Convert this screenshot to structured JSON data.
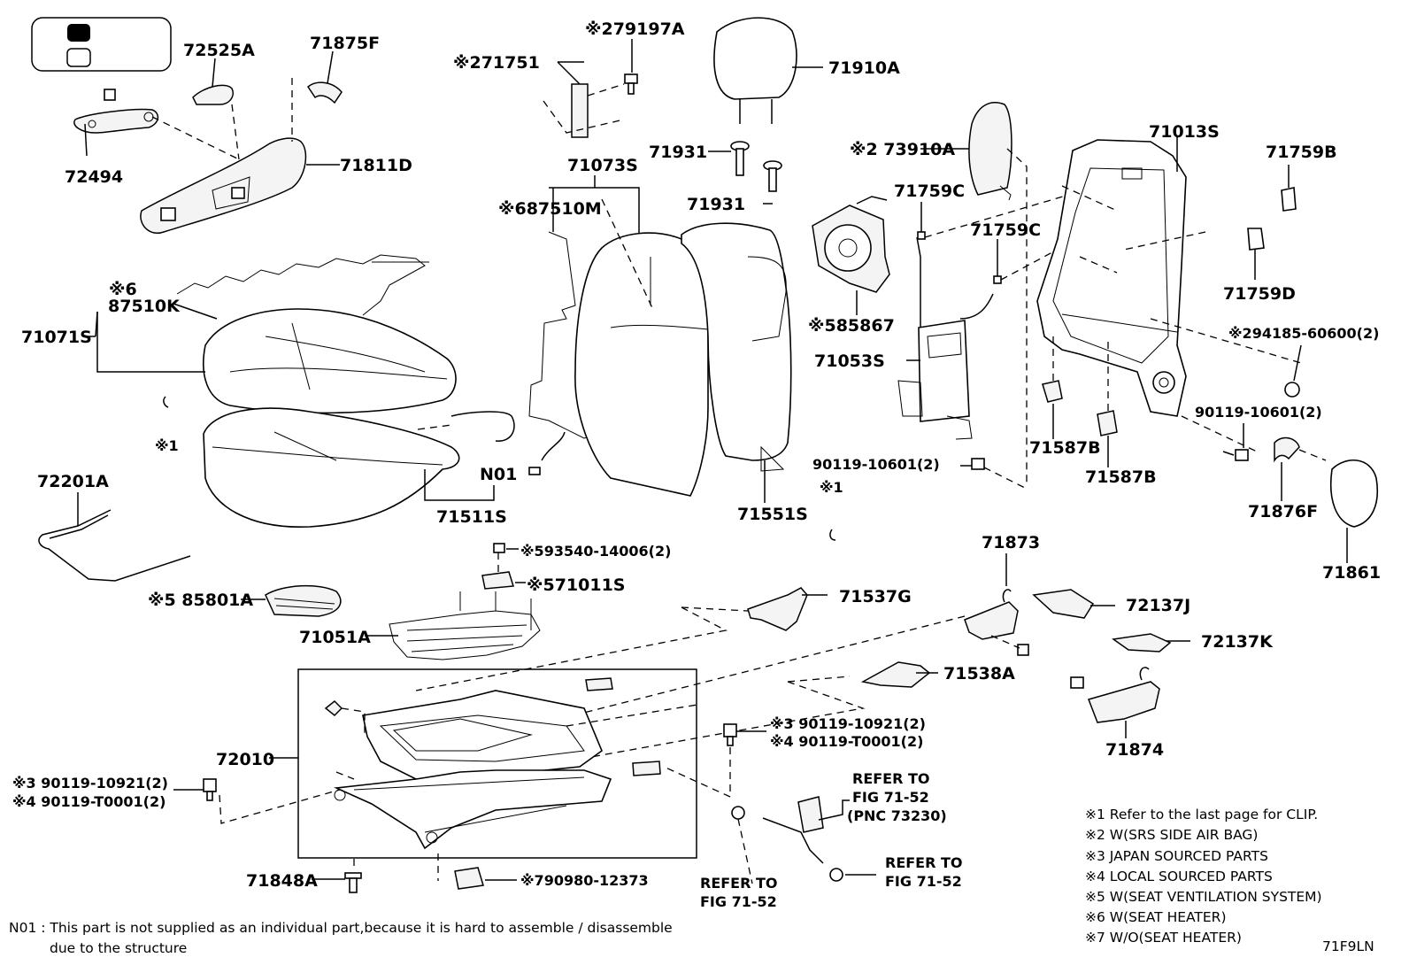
{
  "parts": {
    "p72525A": "72525A",
    "p71875F": "71875F",
    "p72494": "72494",
    "p71811D": "71811D",
    "p71751": "※271751",
    "p79197A": "※279197A",
    "p71910A": "71910A",
    "p71931a": "71931",
    "p71931b": "71931",
    "p71073S": "71073S",
    "p87510M": "※687510M",
    "p73910A": "※2 73910A",
    "p71013S": "71013S",
    "p71759B": "71759B",
    "p71759C_a": "71759C",
    "p71759C_b": "71759C",
    "p71759D": "71759D",
    "p85867": "※585867",
    "p71053S": "71053S",
    "p94185": "※294185-60600(2)",
    "p90119_10601a": "90119-10601(2)",
    "p90119_10601b": "90119-10601(2)",
    "p71587B_a": "71587B",
    "p71587B_b": "71587B",
    "p71876F": "71876F",
    "p71861": "71861",
    "p87510K_mark": "※6",
    "p87510K": "87510K",
    "p71071S": "71071S",
    "p_clip1": "※1",
    "p_clip2": "※1",
    "p72201A": "72201A",
    "pN01": "N01",
    "p71511S": "71511S",
    "p71551S": "71551S",
    "p93540": "※593540-14006(2)",
    "p71011S": "※571011S",
    "p85801A": "※5 85801A",
    "p71051A": "71051A",
    "p71537G": "71537G",
    "p71873": "71873",
    "p72137J": "72137J",
    "p72137K": "72137K",
    "p71538A": "71538A",
    "p71874": "71874",
    "p72010": "72010",
    "p90119_10921r": "※3  90119-10921(2)",
    "p90119_T0001r": "※4  90119-T0001(2)",
    "p90119_10921l": "※3  90119-10921(2)",
    "p90119_T0001l": "※4  90119-T0001(2)",
    "p71848A": "71848A",
    "p90980": "※790980-12373"
  },
  "refs": {
    "ref1_line1": "REFER TO",
    "ref1_line2": "FIG 71-52",
    "ref1_line3": "(PNC 73230)",
    "ref2_line1": "REFER TO",
    "ref2_line2": "FIG 71-52",
    "ref3_line1": "REFER TO",
    "ref3_line2": "FIG 71-52"
  },
  "legend_notes": [
    "※1  Refer to the last page for CLIP.",
    "※2  W(SRS SIDE AIR BAG)",
    "※3  JAPAN SOURCED PARTS",
    "※4  LOCAL SOURCED PARTS",
    "※5  W(SEAT VENTILATION SYSTEM)",
    "※6  W(SEAT HEATER)",
    "※7  W/O(SEAT HEATER)"
  ],
  "footnote": {
    "line1": "N01 : This part is not supplied as an individual part,because it is hard to assemble / disassemble",
    "line2": "due to the structure"
  },
  "figure_code": "71F9LN",
  "icons": [
    "swatch-filled-icon",
    "swatch-empty-icon"
  ]
}
